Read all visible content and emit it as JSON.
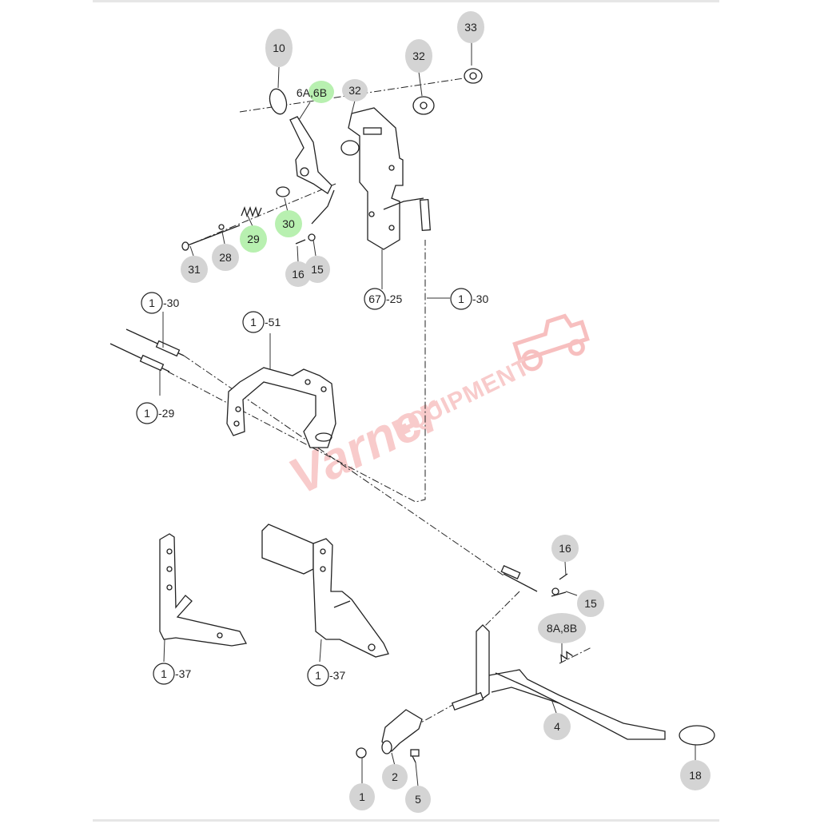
{
  "diagram": {
    "callouts": [
      {
        "id": "c10",
        "label": "10",
        "style": "gray"
      },
      {
        "id": "c6a6b",
        "label": "6A,6B",
        "style": "mixed"
      },
      {
        "id": "c32a",
        "label": "32",
        "style": "gray"
      },
      {
        "id": "c32b",
        "label": "32",
        "style": "gray"
      },
      {
        "id": "c33",
        "label": "33",
        "style": "gray"
      },
      {
        "id": "c29",
        "label": "29",
        "style": "green"
      },
      {
        "id": "c30",
        "label": "30",
        "style": "green"
      },
      {
        "id": "c31",
        "label": "31",
        "style": "gray"
      },
      {
        "id": "c28",
        "label": "28",
        "style": "gray"
      },
      {
        "id": "c16a",
        "label": "16",
        "style": "gray"
      },
      {
        "id": "c15a",
        "label": "15",
        "style": "gray"
      },
      {
        "id": "c16b",
        "label": "16",
        "style": "gray"
      },
      {
        "id": "c15b",
        "label": "15",
        "style": "gray"
      },
      {
        "id": "c8a8b",
        "label": "8A,8B",
        "style": "gray"
      },
      {
        "id": "c4",
        "label": "4",
        "style": "gray"
      },
      {
        "id": "c18",
        "label": "18",
        "style": "gray"
      },
      {
        "id": "c1",
        "label": "1",
        "style": "gray"
      },
      {
        "id": "c2",
        "label": "2",
        "style": "gray"
      },
      {
        "id": "c5",
        "label": "5",
        "style": "gray"
      }
    ],
    "refs": [
      {
        "id": "r6725",
        "num": "67",
        "suffix": "-25"
      },
      {
        "id": "r130a",
        "num": "1",
        "suffix": "-30"
      },
      {
        "id": "r130b",
        "num": "1",
        "suffix": "-30"
      },
      {
        "id": "r151",
        "num": "1",
        "suffix": "-51"
      },
      {
        "id": "r129",
        "num": "1",
        "suffix": "-29"
      },
      {
        "id": "r137a",
        "num": "1",
        "suffix": "-37"
      },
      {
        "id": "r137b",
        "num": "1",
        "suffix": "-37"
      }
    ],
    "watermark": {
      "script": "Varner",
      "block": "EQUIPMENT",
      "color": "#f2a0a0"
    },
    "colors": {
      "gray_badge": "#d4d4d4",
      "green_badge": "#b8f0b0",
      "line": "#222222"
    }
  }
}
